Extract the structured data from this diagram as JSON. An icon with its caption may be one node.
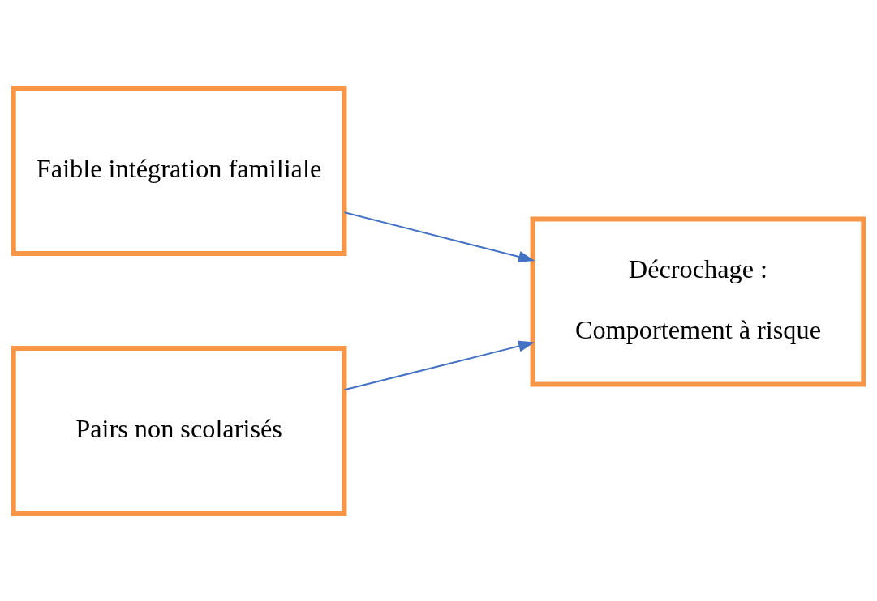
{
  "diagram": {
    "nodes": [
      {
        "text": [
          "Faible intégration familiale"
        ]
      },
      {
        "text": [
          "Pairs non scolarisés"
        ]
      },
      {
        "text": [
          "Décrochage :",
          "Comportement à risque"
        ]
      }
    ],
    "edges": [
      {
        "from": 0,
        "to": 2,
        "arrow": "to"
      },
      {
        "from": 1,
        "to": 2,
        "arrow": "to"
      }
    ]
  }
}
